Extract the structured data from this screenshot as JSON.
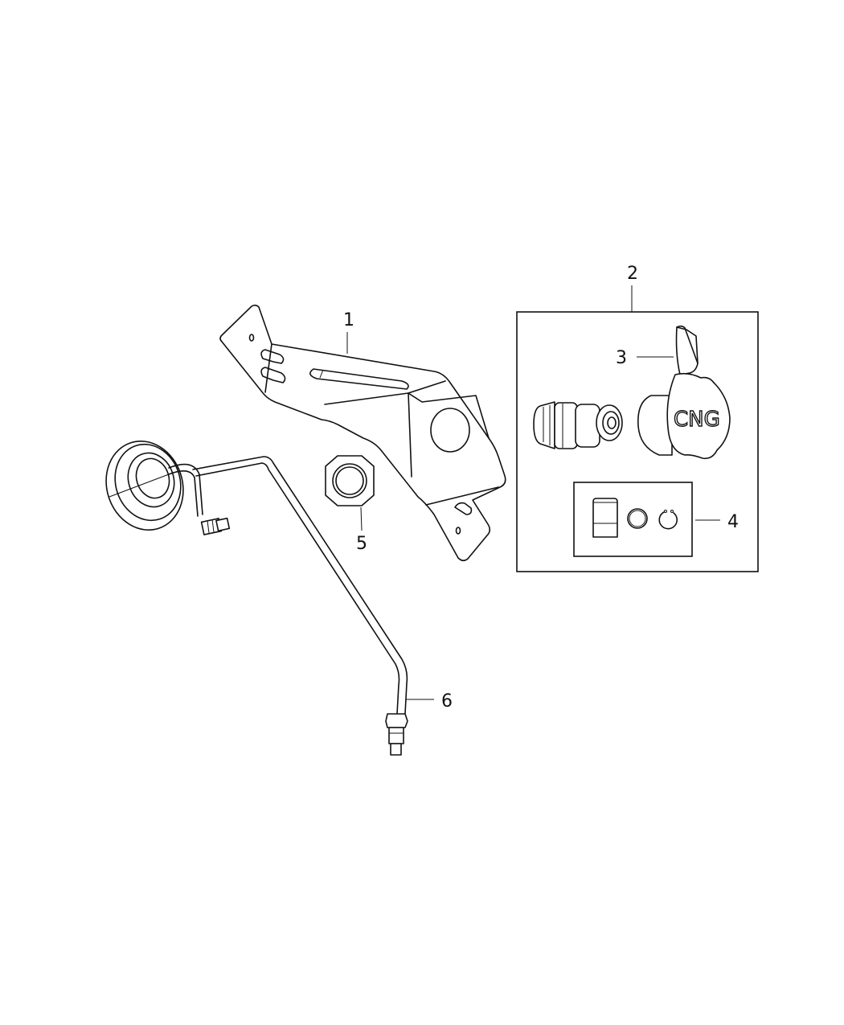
{
  "diagram": {
    "type": "exploded-parts-diagram",
    "background": "#ffffff",
    "line_color": "#111111",
    "callouts": [
      {
        "id": "1",
        "label": "1",
        "part": "bracket"
      },
      {
        "id": "2",
        "label": "2",
        "part": "fuel-fill-receptacle-assembly"
      },
      {
        "id": "3",
        "label": "3",
        "part": "dust-cap"
      },
      {
        "id": "4",
        "label": "4",
        "part": "service-kit"
      },
      {
        "id": "5",
        "label": "5",
        "part": "nut"
      },
      {
        "id": "6",
        "label": "6",
        "part": "fuel-line-tube"
      }
    ],
    "cap_text": "CNG"
  }
}
